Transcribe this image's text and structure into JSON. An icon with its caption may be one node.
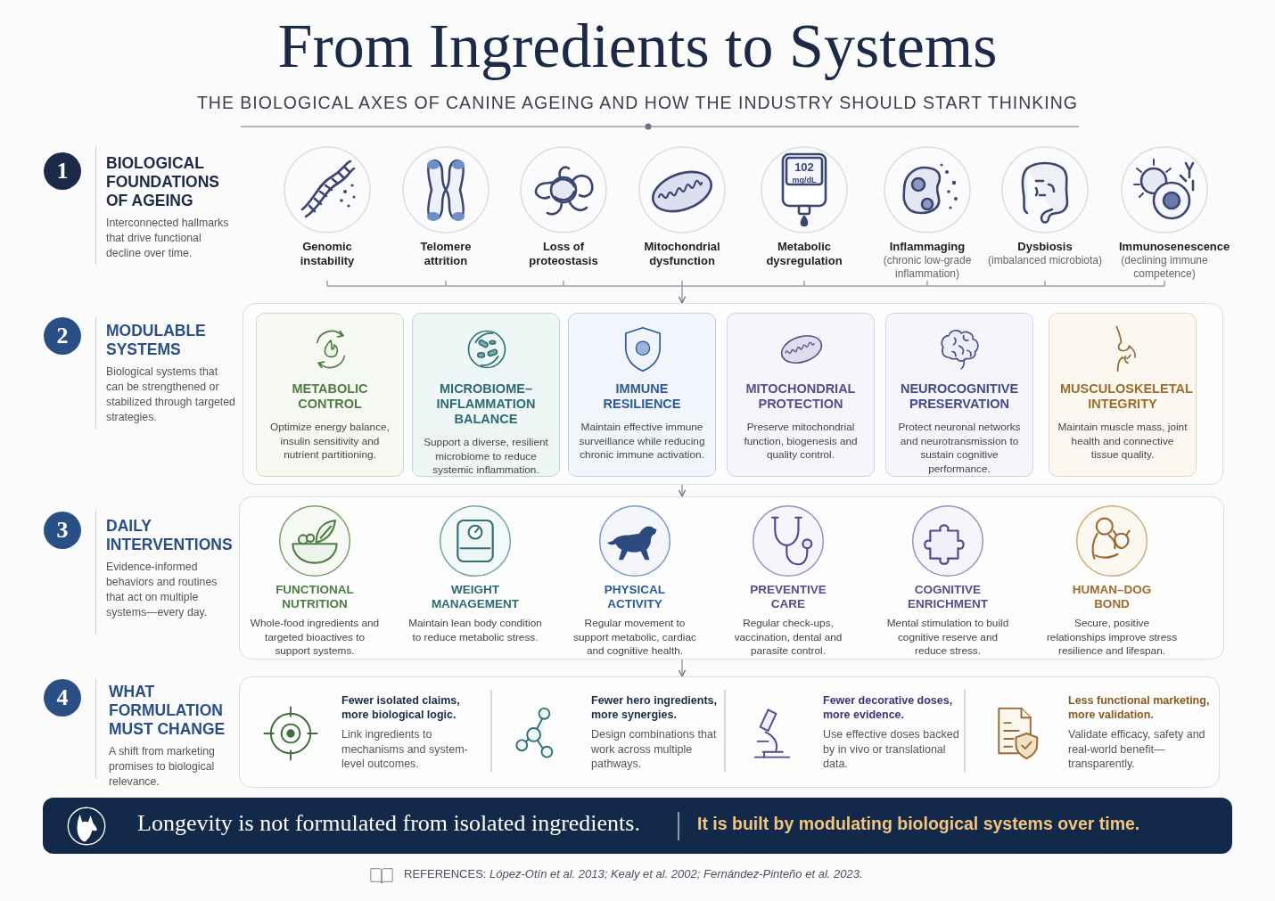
{
  "diagram": {
    "title": "From Ingredients to Systems",
    "nodes": [
      {
        "text": [
          "1"
        ],
        "beside": [
          "BIOLOGICAL FOUNDATIONS OF AGEING",
          "Interconnected hallmarks that drive functional decline over time."
        ]
      },
      {
        "text": [
          "Genomic instability"
        ]
      },
      {
        "text": [
          "Telomere attrition"
        ]
      },
      {
        "text": [
          "Loss of proteostasis"
        ]
      },
      {
        "text": [
          "Mitochondrial dysfunction"
        ]
      },
      {
        "text": [
          "Metabolic dysregulation"
        ]
      },
      {
        "text": [
          "Inflammaging",
          "(chronic low-grade inflammation)"
        ]
      },
      {
        "text": [
          "Dysbiosis",
          "(imbalanced microbiota)"
        ]
      },
      {
        "text": [
          "Immunosenescence",
          "(declining immune competence)"
        ]
      },
      {
        "text": [
          "2"
        ],
        "beside": [
          "MODULABLE SYSTEMS",
          "Biological systems that can be strengthened or stabilized through targeted strategies."
        ]
      },
      {
        "text": [],
        "shape": "box"
      },
      {
        "text": [
          "METABOLIC CONTROL",
          "Optimize energy balance, insulin sensitivity and nutrient partitioning."
        ],
        "in": 10
      },
      {
        "text": [
          "MICROBIOME–INFLAMMATION BALANCE",
          "Support a diverse, resilient microbiome to reduce systemic inflammation."
        ],
        "in": 10
      },
      {
        "text": [
          "IMMUNE RESILIENCE",
          "Maintain effective immune surveillance while reducing chronic immune activation."
        ],
        "in": 10
      },
      {
        "text": [
          "MITOCHONDRIAL PROTECTION",
          "Preserve mitochondrial function, biogenesis and quality control."
        ],
        "in": 10
      },
      {
        "text": [
          "NEUROCOGNITIVE PRESERVATION",
          "Protect neuronal networks and neurotransmission to sustain cognitive performance."
        ],
        "in": 10
      },
      {
        "text": [
          "MUSCULOSKELETAL INTEGRITY",
          "Maintain muscle mass, joint health and connective tissue quality."
        ],
        "in": 10
      },
      {
        "text": [
          "3"
        ],
        "beside": [
          "DAILY INTERVENTIONS",
          "Evidence-informed behaviors and routines that act on multiple systems—every day."
        ]
      },
      {
        "text": [],
        "shape": "box"
      },
      {
        "text": [
          "FUNCTIONAL NUTRITION",
          "Whole-food ingredients and targeted bioactives to support systems."
        ],
        "in": 18
      },
      {
        "text": [
          "WEIGHT MANAGEMENT",
          "Maintain lean body condition to reduce metabolic stress."
        ],
        "in": 18
      },
      {
        "text": [
          "PHYSICAL ACTIVITY",
          "Regular movement to support metabolic, cardiac and cognitive health."
        ],
        "in": 18
      },
      {
        "text": [
          "PREVENTIVE CARE",
          "Regular check-ups, vaccination, dental and parasite control."
        ],
        "in": 18
      },
      {
        "text": [
          "COGNITIVE ENRICHMENT",
          "Mental stimulation to build cognitive reserve and reduce stress."
        ],
        "in": 18
      },
      {
        "text": [
          "HUMAN–DOG BOND",
          "Secure, positive relationships improve stress resilience and lifespan."
        ],
        "in": 18
      },
      {
        "text": [
          "4"
        ],
        "beside": [
          "WHAT FORMULATION MUST CHANGE",
          "A shift from marketing promises to biological relevance."
        ]
      },
      {
        "text": [],
        "shape": "box"
      },
      {
        "text": [
          "Fewer isolated claims, more biological logic.",
          "Link ingredients to mechanisms and system-level outcomes."
        ],
        "in": 26
      },
      {
        "text": [
          "Fewer hero ingredients, more synergies.",
          "Design combinations that work across multiple pathways."
        ],
        "in": 26
      },
      {
        "text": [
          "Fewer decorative doses, more evidence.",
          "Use effective doses backed by in vivo or translational data."
        ],
        "in": 26
      },
      {
        "text": [
          "Less functional marketing, more validation.",
          "Validate efficacy, safety and real-world benefit—transparently."
        ],
        "in": 26
      },
      {
        "text": [
          "Longevity is not formulated from isolated ingredients.",
          "It is built by modulating biological systems over time."
        ]
      }
    ],
    "edges": [
      {
        "from": 1,
        "to": 10,
        "arrow": "to"
      },
      {
        "from": 2,
        "to": 10,
        "arrow": "to"
      },
      {
        "from": 3,
        "to": 10,
        "arrow": "to"
      },
      {
        "from": 4,
        "to": 10,
        "arrow": "to"
      },
      {
        "from": 5,
        "to": 10,
        "arrow": "to"
      },
      {
        "from": 6,
        "to": 10,
        "arrow": "to"
      },
      {
        "from": 7,
        "to": 10,
        "arrow": "to"
      },
      {
        "from": 8,
        "to": 10,
        "arrow": "to"
      },
      {
        "from": 10,
        "to": 18,
        "arrow": "to"
      },
      {
        "from": 18,
        "to": 26,
        "arrow": "to"
      }
    ],
    "labels": [
      "THE BIOLOGICAL AXES OF CANINE AGEING AND HOW THE INDUSTRY SHOULD START THINKING",
      "102",
      "mg/dL",
      "REFERENCES: *López-Otín et al. 2013; Kealy et al. 2002; Fernández-Pinteño et al. 2023.*"
    ]
  }
}
